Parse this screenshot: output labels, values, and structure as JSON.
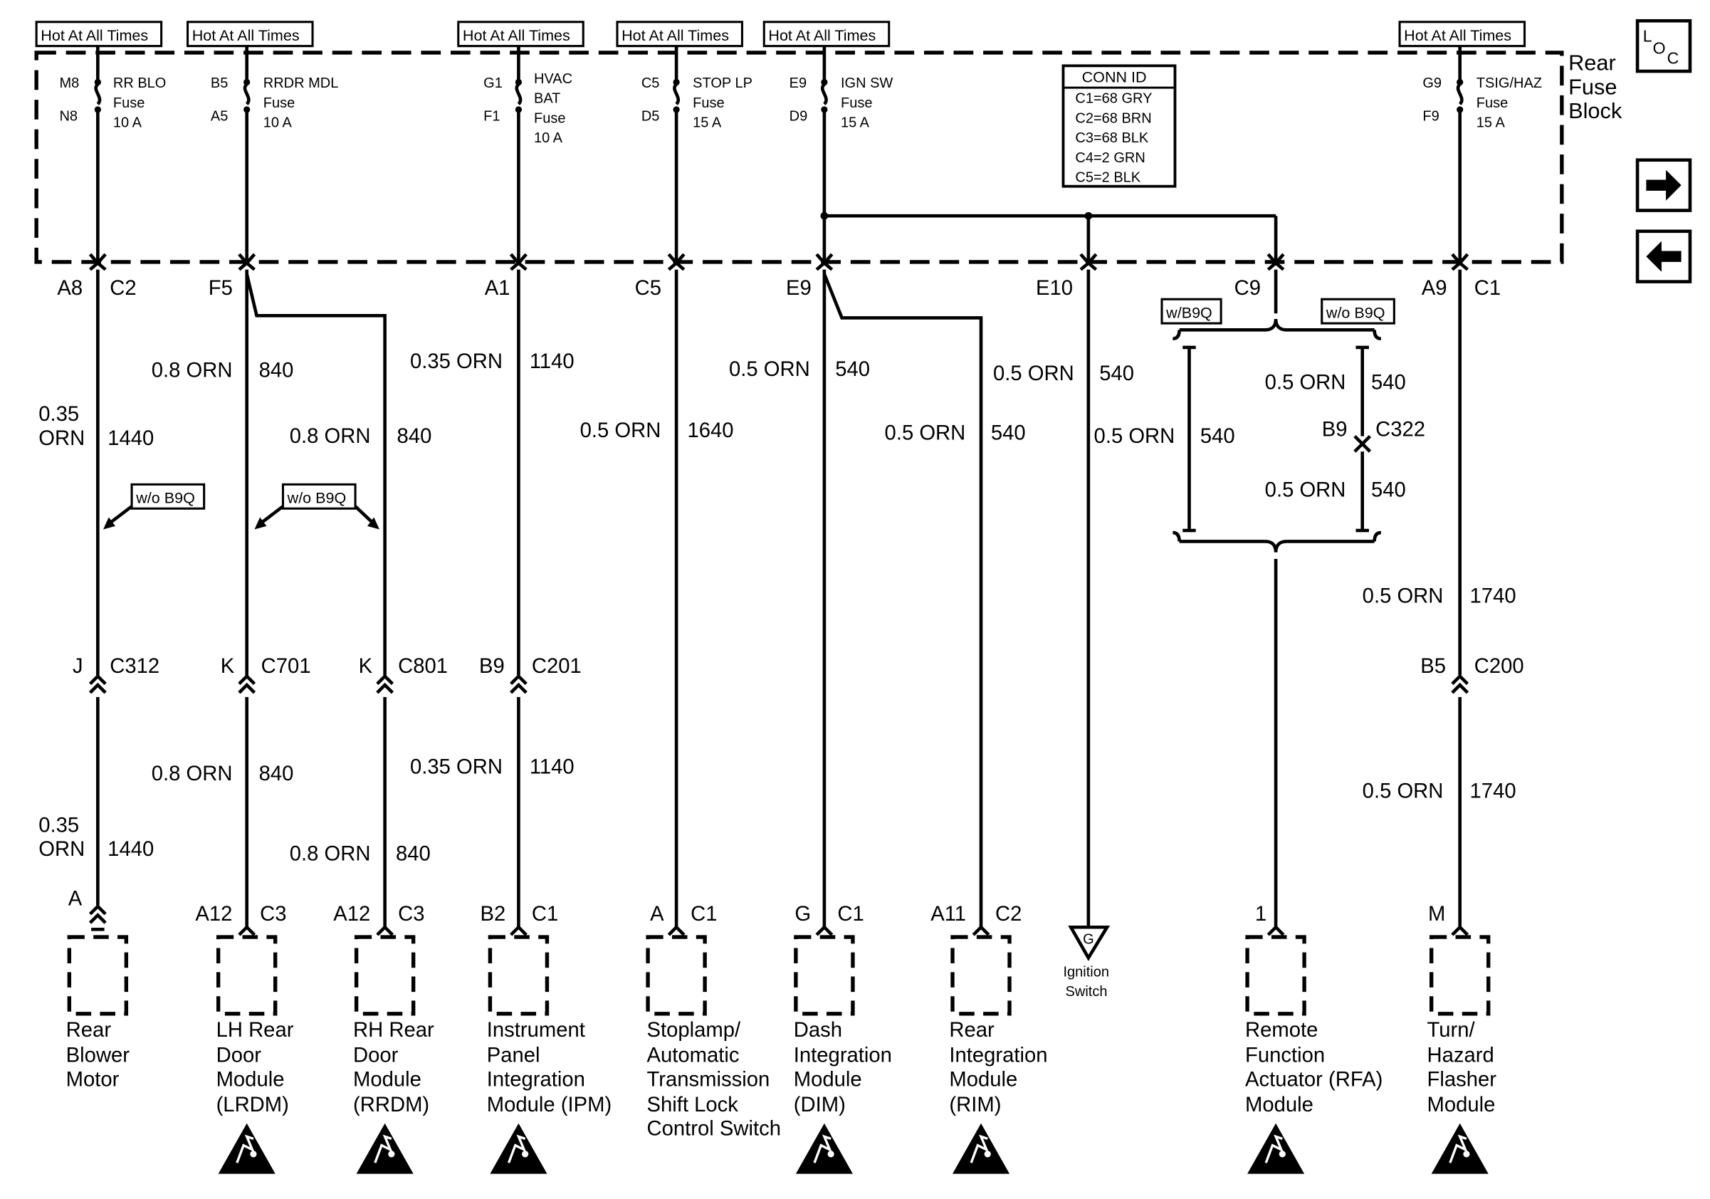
{
  "fuse_block": {
    "name": [
      "Rear",
      "Fuse",
      "Block"
    ],
    "hot_label": "Hot At All Times",
    "conn_id": {
      "title": "CONN ID",
      "rows": [
        "C1=68 GRY",
        "C2=68 BRN",
        "C3=68 BLK",
        "C4=2 GRN",
        "C5=2 BLK"
      ]
    }
  },
  "loc_icon": [
    "L",
    "O",
    "C"
  ],
  "nav": {
    "next": "next-page",
    "prev": "previous-page"
  },
  "fuses": [
    {
      "pin_in": "M8",
      "pin_out": "N8",
      "name": [
        "RR BLO",
        "Fuse",
        "10 A"
      ]
    },
    {
      "pin_in": "B5",
      "pin_out": "A5",
      "name": [
        "RRDR MDL",
        "Fuse",
        "10 A"
      ]
    },
    {
      "pin_in": "G1",
      "pin_out": "F1",
      "name": [
        "HVAC",
        "BAT",
        "Fuse",
        "10 A"
      ]
    },
    {
      "pin_in": "C5",
      "pin_out": "D5",
      "name": [
        "STOP LP",
        "Fuse",
        "15 A"
      ]
    },
    {
      "pin_in": "E9",
      "pin_out": "D9",
      "name": [
        "IGN SW",
        "Fuse",
        "15 A"
      ]
    },
    {
      "pin_in": "G9",
      "pin_out": "F9",
      "name": [
        "TSIG/HAZ",
        "Fuse",
        "15 A"
      ]
    }
  ],
  "fuse_block_pins": [
    {
      "pin": "A8",
      "conn": "C2"
    },
    {
      "pin": "F5",
      "conn": ""
    },
    {
      "pin": "A1",
      "conn": ""
    },
    {
      "pin": "C5",
      "conn": ""
    },
    {
      "pin": "E9",
      "conn": ""
    },
    {
      "pin": "E10",
      "conn": ""
    },
    {
      "pin": "C9",
      "conn": ""
    },
    {
      "pin": "A9",
      "conn": "C1"
    }
  ],
  "wires": [
    {
      "size": [
        "0.35",
        "ORN"
      ],
      "circuit": "1440"
    },
    {
      "size": [
        "0.8 ORN"
      ],
      "circuit": "840"
    },
    {
      "size": [
        "0.8 ORN"
      ],
      "circuit": "840"
    },
    {
      "size": [
        "0.35 ORN"
      ],
      "circuit": "1140"
    },
    {
      "size": [
        "0.5 ORN"
      ],
      "circuit": "1640"
    },
    {
      "size": [
        "0.5 ORN"
      ],
      "circuit": "540"
    },
    {
      "size": [
        "0.5 ORN"
      ],
      "circuit": "540"
    },
    {
      "size": [
        "0.5 ORN"
      ],
      "circuit": "540"
    },
    {
      "size": [
        "0.5 ORN"
      ],
      "circuit": "540"
    },
    {
      "size": [
        "0.5 ORN"
      ],
      "circuit": "540"
    },
    {
      "size": [
        "0.5 ORN"
      ],
      "circuit": "540"
    },
    {
      "size": [
        "0.5 ORN"
      ],
      "circuit": "1740"
    },
    {
      "size": [
        "0.35",
        "ORN"
      ],
      "circuit": "1440"
    },
    {
      "size": [
        "0.8 ORN"
      ],
      "circuit": "840"
    },
    {
      "size": [
        "0.8 ORN"
      ],
      "circuit": "840"
    },
    {
      "size": [
        "0.35 ORN"
      ],
      "circuit": "1140"
    },
    {
      "size": [
        "0.5 ORN"
      ],
      "circuit": "1740"
    }
  ],
  "inline_connectors": [
    {
      "pin": "J",
      "conn": "C312"
    },
    {
      "pin": "K",
      "conn": "C701"
    },
    {
      "pin": "K",
      "conn": "C801"
    },
    {
      "pin": "B9",
      "conn": "C201"
    },
    {
      "pin": "B9",
      "conn": "C322"
    },
    {
      "pin": "B5",
      "conn": "C200"
    }
  ],
  "options": {
    "without": "w/o B9Q",
    "with": "w/B9Q"
  },
  "components": [
    {
      "pin": "A",
      "conn": "",
      "name": [
        "Rear",
        "Blower",
        "Motor"
      ],
      "esd": false
    },
    {
      "pin": "A12",
      "conn": "C3",
      "name": [
        "LH Rear",
        "Door",
        "Module",
        "(LRDM)"
      ],
      "esd": true
    },
    {
      "pin": "A12",
      "conn": "C3",
      "name": [
        "RH Rear",
        "Door",
        "Module",
        "(RRDM)"
      ],
      "esd": true
    },
    {
      "pin": "B2",
      "conn": "C1",
      "name": [
        "Instrument",
        "Panel",
        "Integration",
        "Module (IPM)"
      ],
      "esd": true
    },
    {
      "pin": "A",
      "conn": "C1",
      "name": [
        "Stoplamp/",
        "Automatic",
        "Transmission",
        "Shift Lock",
        "Control Switch"
      ],
      "esd": false
    },
    {
      "pin": "G",
      "conn": "C1",
      "name": [
        "Dash",
        "Integration",
        "Module",
        "(DIM)"
      ],
      "esd": true
    },
    {
      "pin": "A11",
      "conn": "C2",
      "name": [
        "Rear",
        "Integration",
        "Module",
        "(RIM)"
      ],
      "esd": true
    },
    {
      "pin": "1",
      "conn": "",
      "name": [
        "Remote",
        "Function",
        "Actuator (RFA)",
        "Module"
      ],
      "esd": true
    },
    {
      "pin": "M",
      "conn": "",
      "name": [
        "Turn/",
        "Hazard",
        "Flasher",
        "Module"
      ],
      "esd": true
    }
  ],
  "ground": {
    "letter": "G",
    "name": [
      "Ignition",
      "Switch"
    ]
  }
}
